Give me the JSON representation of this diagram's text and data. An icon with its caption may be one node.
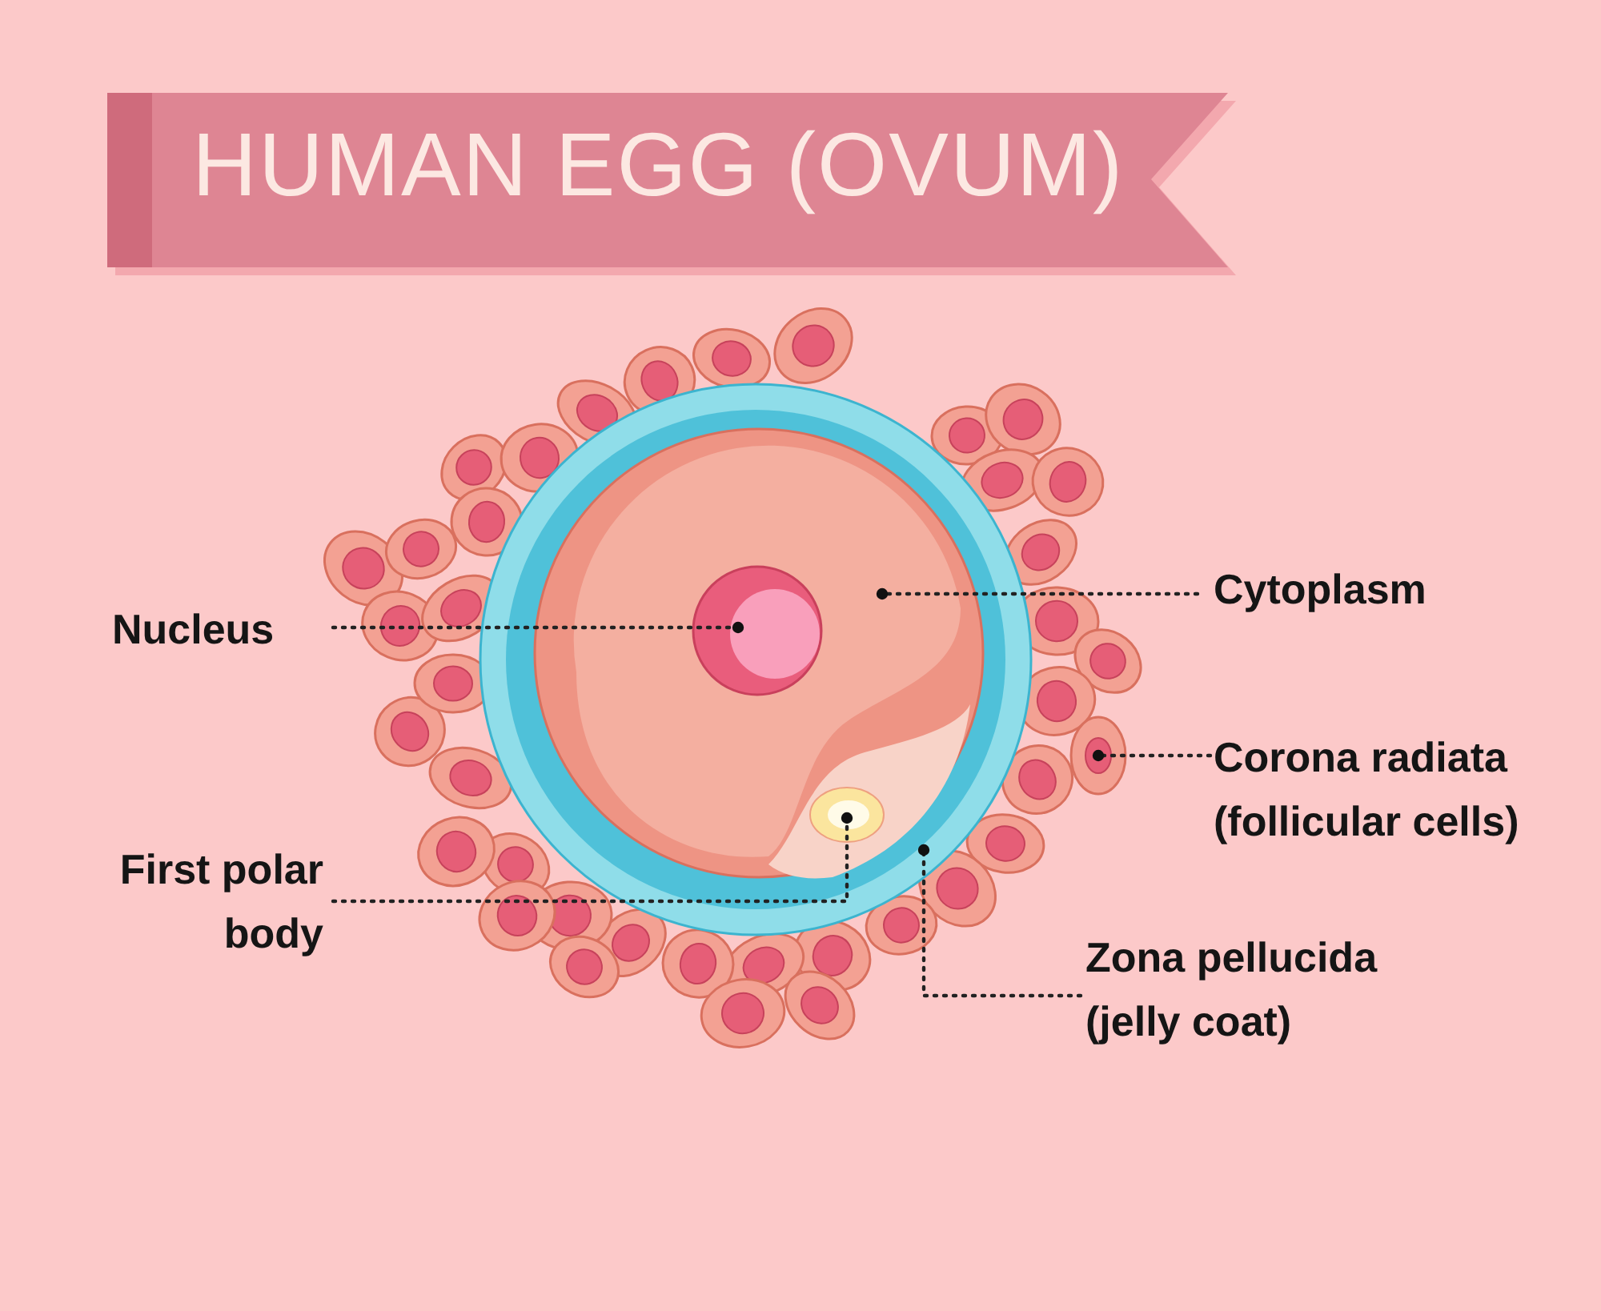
{
  "diagram": {
    "title": "HUMAN EGG (OVUM)",
    "nodes": [
      {
        "text": [
          "Nucleus"
        ]
      },
      {
        "text": [],
        "shape": "circle",
        "in": 3
      },
      {
        "text": [
          "Cytoplasm"
        ]
      },
      {
        "text": [],
        "shape": "circle",
        "in": 9
      },
      {
        "text": [
          "Corona radiata (follicular cells)"
        ]
      },
      {
        "text": [],
        "shape": "circle"
      },
      {
        "text": [
          "First polar body"
        ]
      },
      {
        "text": [],
        "shape": "circle",
        "in": 3
      },
      {
        "text": [
          "Zona pellucida (jelly coat)"
        ]
      },
      {
        "text": [],
        "shape": "circle"
      }
    ],
    "edges": [
      {
        "from": 0,
        "to": 1,
        "arrow": "other",
        "style": "dashed"
      },
      {
        "from": 2,
        "to": 3,
        "arrow": "other",
        "style": "dashed"
      },
      {
        "from": 4,
        "to": 5,
        "arrow": "other",
        "style": "dashed"
      },
      {
        "from": 6,
        "to": 7,
        "arrow": "other",
        "style": "dashed"
      },
      {
        "from": 8,
        "to": 9,
        "arrow": "other",
        "style": "dashed"
      }
    ]
  }
}
